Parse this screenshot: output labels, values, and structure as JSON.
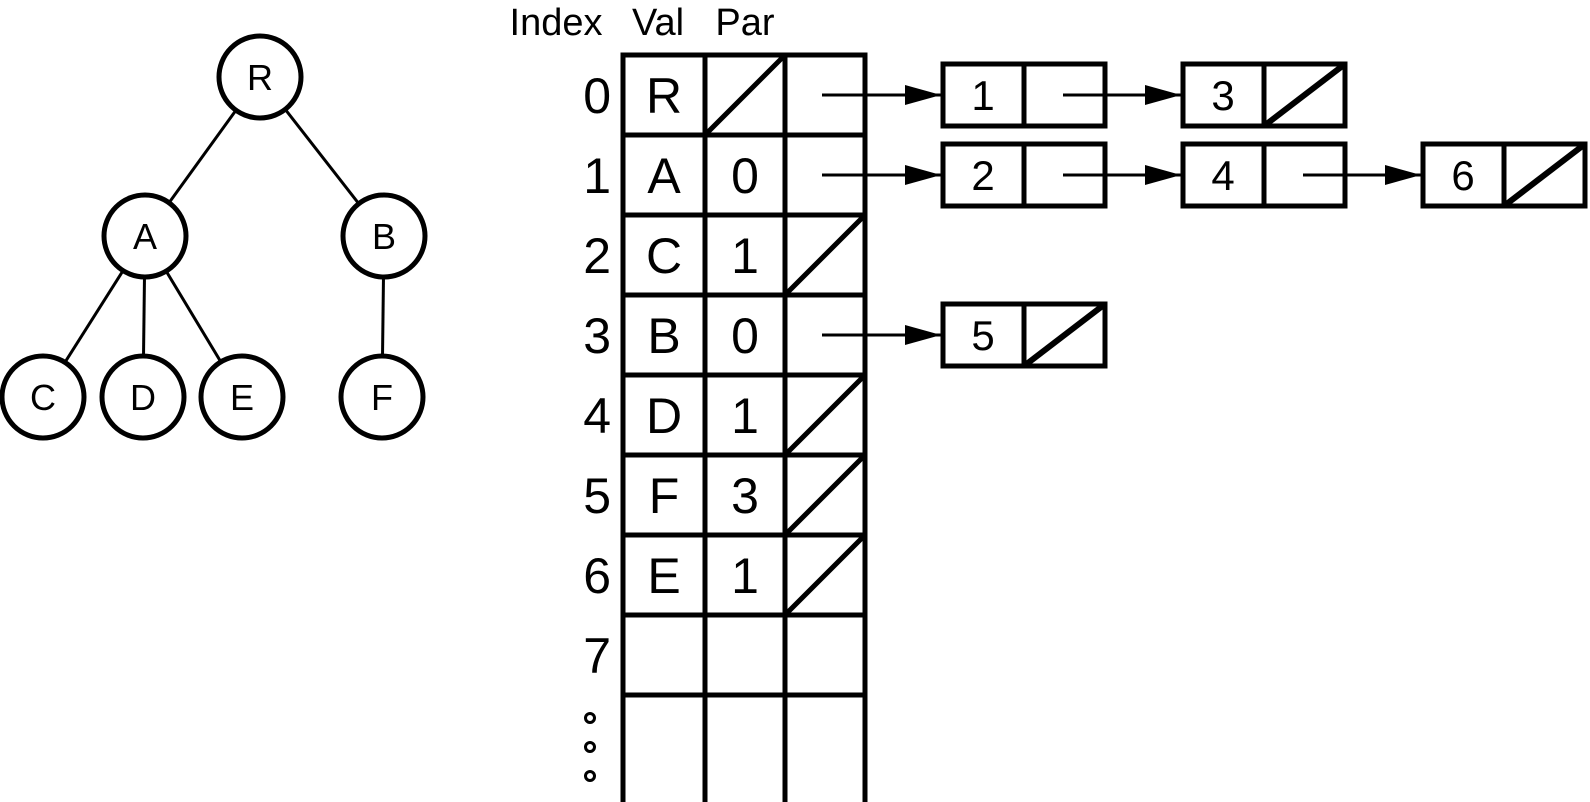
{
  "tree": {
    "nodes": [
      {
        "label": "R"
      },
      {
        "label": "A"
      },
      {
        "label": "B"
      },
      {
        "label": "C"
      },
      {
        "label": "D"
      },
      {
        "label": "E"
      },
      {
        "label": "F"
      }
    ],
    "edges": [
      "R-A",
      "R-B",
      "A-C",
      "A-D",
      "A-E",
      "B-F"
    ]
  },
  "table": {
    "headers": [
      "Index",
      "Val",
      "Par"
    ],
    "rows": [
      {
        "index": "0",
        "val": "R",
        "par": "",
        "par_null": true,
        "children_null": false
      },
      {
        "index": "1",
        "val": "A",
        "par": "0",
        "par_null": false,
        "children_null": false
      },
      {
        "index": "2",
        "val": "C",
        "par": "1",
        "par_null": false,
        "children_null": true
      },
      {
        "index": "3",
        "val": "B",
        "par": "0",
        "par_null": false,
        "children_null": false
      },
      {
        "index": "4",
        "val": "D",
        "par": "1",
        "par_null": false,
        "children_null": true
      },
      {
        "index": "5",
        "val": "F",
        "par": "3",
        "par_null": false,
        "children_null": true
      },
      {
        "index": "6",
        "val": "E",
        "par": "1",
        "par_null": false,
        "children_null": true
      },
      {
        "index": "7",
        "val": "",
        "par": "",
        "par_null": false,
        "children_null": false
      }
    ],
    "continuation_dots": "3 small circles indicating more rows"
  },
  "child_lists": [
    {
      "owner_index": "0",
      "items": [
        "1",
        "3"
      ],
      "last_null": true
    },
    {
      "owner_index": "1",
      "items": [
        "2",
        "4",
        "6"
      ],
      "last_null": true
    },
    {
      "owner_index": "3",
      "items": [
        "5"
      ],
      "last_null": true
    }
  ],
  "colors": {
    "ink": "#000000",
    "background": "#ffffff"
  }
}
